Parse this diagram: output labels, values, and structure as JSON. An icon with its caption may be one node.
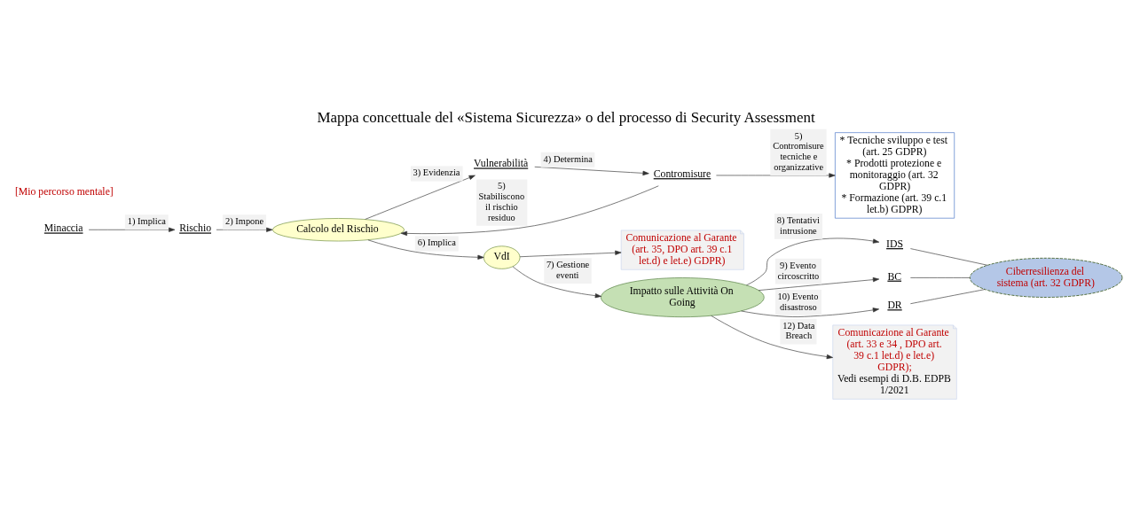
{
  "diagram": {
    "title": "Mappa concettuale del «Sistema Sicurezza» o del processo di Security Assessment",
    "nodes": [
      {
        "text": [
          "Minaccia"
        ]
      },
      {
        "text": [
          "Rischio"
        ]
      },
      {
        "text": [
          "Calcolo del Rischio"
        ]
      },
      {
        "text": [
          "Vulnerabilità"
        ]
      },
      {
        "text": [
          "Contromisure"
        ]
      },
      {
        "text": [
          "* Tecniche sviluppo e test (art. 25 GDPR)",
          "* Prodotti protezione e monitoraggio (art. 32 GDPR)",
          "* Formazione (art. 39 c.1 let.b) GDPR)"
        ]
      },
      {
        "text": [
          "VdI"
        ]
      },
      {
        "text": [
          "Comunicazione al Garante (art. 35, DPO art. 39 c.1 let.d) e let.e) GDPR)"
        ]
      },
      {
        "text": [
          "Impatto sulle Attività On Going"
        ]
      },
      {
        "text": [
          "IDS"
        ]
      },
      {
        "text": [
          "BC"
        ]
      },
      {
        "text": [
          "DR"
        ]
      },
      {
        "text": [
          "Ciberresilienza del sistema (art. 32 GDPR)"
        ]
      },
      {
        "text": [
          "Comunicazione al Garante (art. 33 e 34 , DPO art. 39 c.1 let.d) e let.e) GDPR);",
          "Vedi esempi di D.B. EDPB 1/2021"
        ]
      }
    ],
    "edges": [
      {
        "from": 0,
        "to": 1,
        "arrow": "to",
        "label": "1) Implica"
      },
      {
        "from": 1,
        "to": 2,
        "arrow": "to",
        "label": "2) Impone"
      },
      {
        "from": 2,
        "to": 3,
        "arrow": "to",
        "label": "3) Evidenzia"
      },
      {
        "from": 3,
        "to": 4,
        "arrow": "to",
        "label": "4) Determina"
      },
      {
        "from": 4,
        "to": 2,
        "arrow": "to",
        "label": "5) Stabiliscono il rischio residuo"
      },
      {
        "from": 4,
        "to": 5,
        "arrow": "to",
        "label": "5) Contromisure tecniche e organizzative"
      },
      {
        "from": 2,
        "to": 6,
        "arrow": "to",
        "label": "6) Implica"
      },
      {
        "from": 6,
        "to": 7,
        "arrow": "to"
      },
      {
        "from": 6,
        "to": 8,
        "arrow": "to",
        "label": "7) Gestione eventi"
      },
      {
        "from": 8,
        "to": 9,
        "arrow": "to",
        "label": "8) Tentativi intrusione"
      },
      {
        "from": 8,
        "to": 10,
        "arrow": "to",
        "label": "9) Evento circoscritto"
      },
      {
        "from": 8,
        "to": 11,
        "arrow": "to",
        "label": "10) Evento disastroso"
      },
      {
        "from": 8,
        "to": 13,
        "arrow": "to",
        "label": "12) Data Breach"
      },
      {
        "from": 9,
        "to": 12,
        "arrow": "none"
      },
      {
        "from": 10,
        "to": 12,
        "arrow": "none"
      },
      {
        "from": 11,
        "to": 12,
        "arrow": "none"
      }
    ],
    "labels": [
      "[Mio percorso mentale]"
    ]
  }
}
